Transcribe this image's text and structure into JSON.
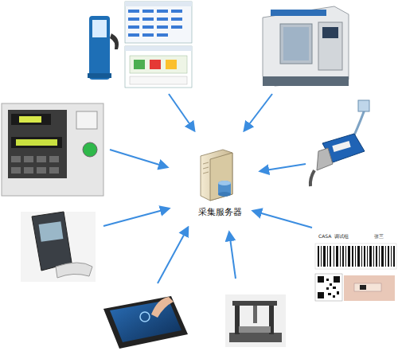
{
  "diagram": {
    "nodes": [
      {
        "text": [
          "采集服务器"
        ]
      }
    ],
    "labels": [
      "CASA",
      "调试组",
      "张三"
    ]
  }
}
